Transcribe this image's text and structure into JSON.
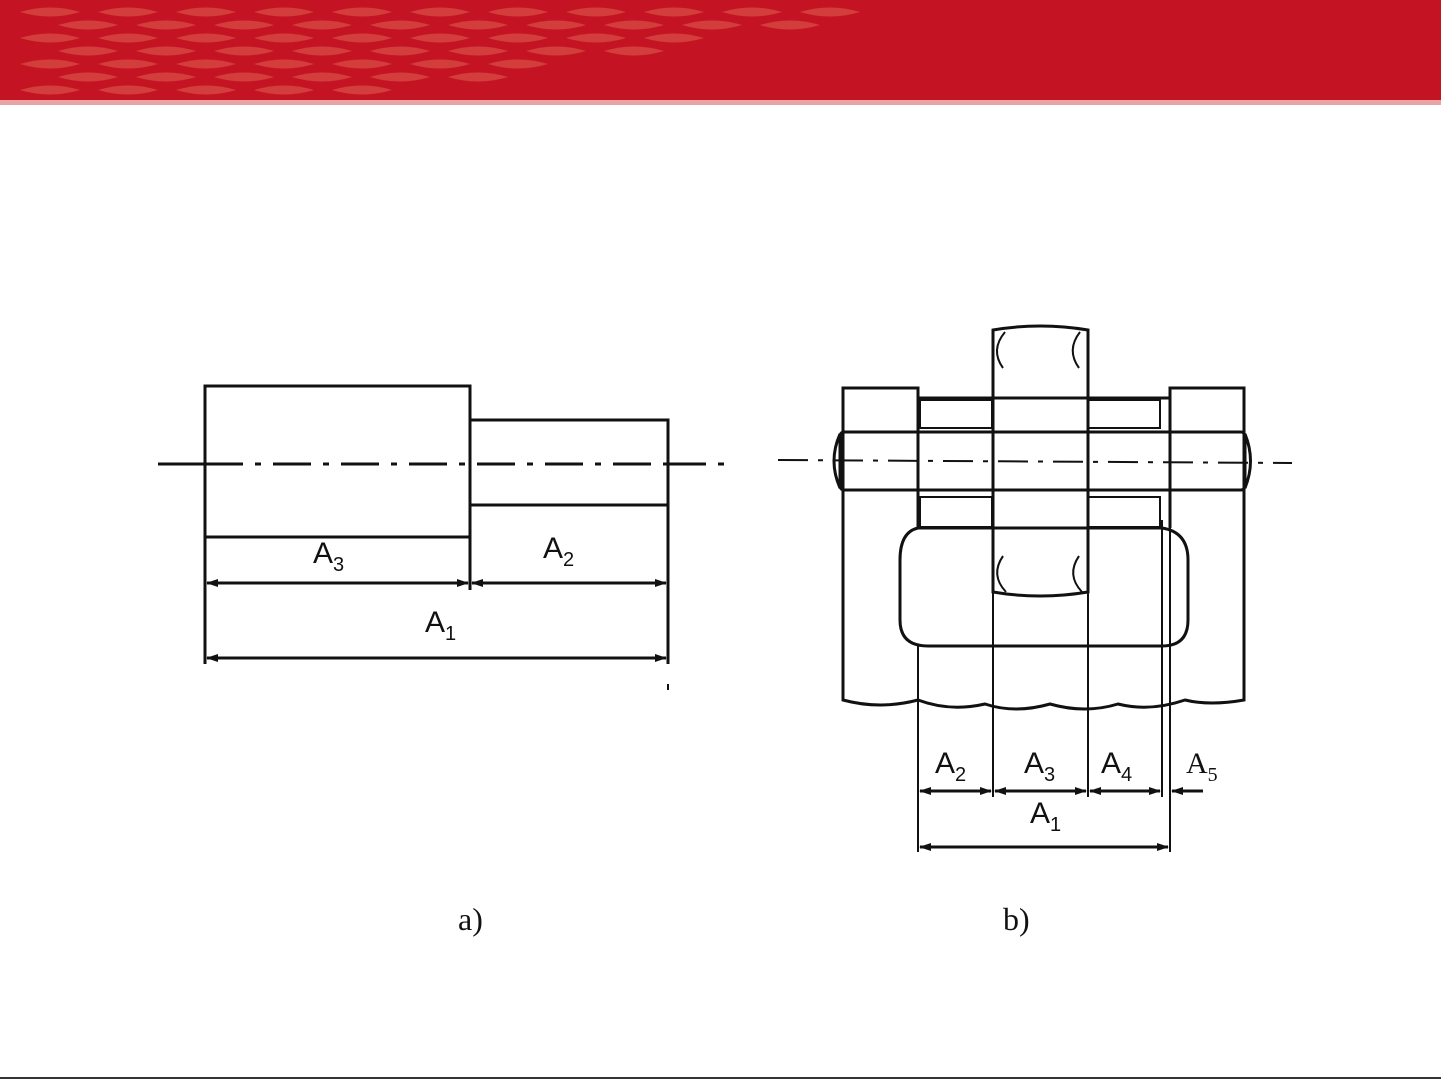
{
  "banner": {
    "color": "#c41424",
    "highlight": "#e0604e",
    "rule": "#e8a4a4"
  },
  "figure_a": {
    "dims": [
      {
        "letter": "A",
        "sub": "3"
      },
      {
        "letter": "A",
        "sub": "2"
      },
      {
        "letter": "A",
        "sub": "1"
      }
    ],
    "caption": "a)"
  },
  "figure_b": {
    "dims": [
      {
        "letter": "A",
        "sub": "2"
      },
      {
        "letter": "A",
        "sub": "3"
      },
      {
        "letter": "A",
        "sub": "4"
      },
      {
        "letter": "A",
        "sub": "5"
      },
      {
        "letter": "A",
        "sub": "1"
      }
    ],
    "caption": "b)"
  }
}
